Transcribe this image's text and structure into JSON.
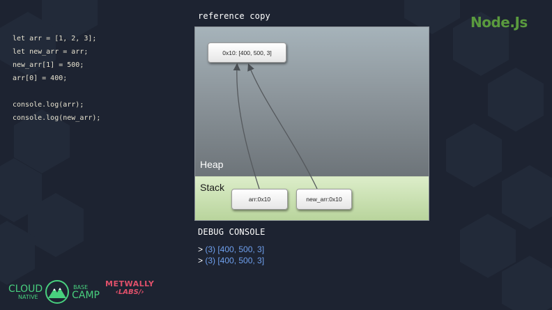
{
  "brand": {
    "nodejs": "Node.Js"
  },
  "code": {
    "lines": [
      "let arr = [1, 2, 3];",
      "let new_arr = arr;",
      "new_arr[1] = 500;",
      "arr[0] = 400;",
      "",
      "console.log(arr);",
      "console.log(new_arr);"
    ]
  },
  "diagram": {
    "title": "reference copy",
    "heap_label": "Heap",
    "stack_label": "Stack",
    "heap_object": "0x10: [400, 500, 3]",
    "stack_vars": [
      {
        "label": "arr:0x10"
      },
      {
        "label": "new_arr:0x10"
      }
    ]
  },
  "console": {
    "title": "DEBUG CONSOLE",
    "lines": [
      {
        "prompt": "> ",
        "value": "(3) [400, 500, 3]"
      },
      {
        "prompt": "> ",
        "value": "(3) [400, 500, 3]"
      }
    ]
  },
  "footer": {
    "cloud_native_1": "CLOUD",
    "cloud_native_2": "NATIVE",
    "base_camp_1": "BASE",
    "base_camp_2": "CAMP",
    "metwally_1": "METWALLY",
    "metwally_2": "‹LABS/›"
  },
  "colors": {
    "background": "#1d2331",
    "nodejs": "#5a9a3e",
    "console_value": "#6fa0ee",
    "cloud_native": "#48d07e",
    "metwally": "#e0506a"
  }
}
